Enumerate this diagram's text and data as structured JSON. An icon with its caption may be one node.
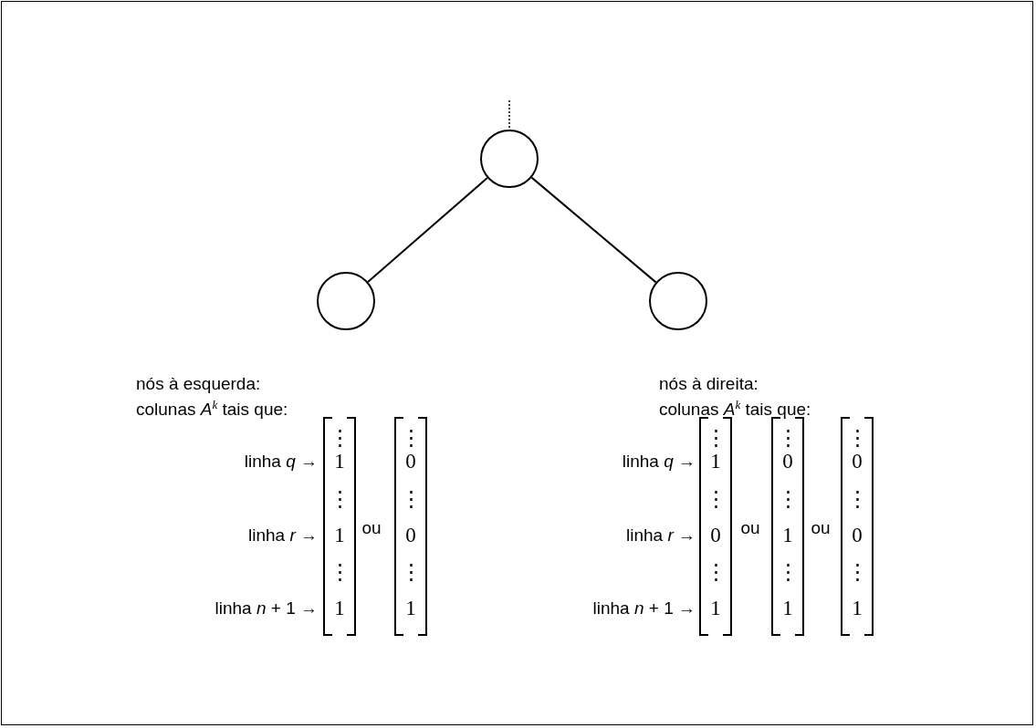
{
  "diagram": {
    "nodes": [
      {
        "text": [],
        "shape": "circle"
      },
      {
        "text": [],
        "shape": "circle"
      },
      {
        "text": [],
        "shape": "circle"
      }
    ],
    "edges": [
      {
        "from": null,
        "to": 0,
        "arrow": "none",
        "style": "dashed"
      },
      {
        "from": 0,
        "to": 1,
        "arrow": "none"
      },
      {
        "from": 0,
        "to": 2,
        "arrow": "none"
      }
    ],
    "labels": [
      "nós à esquerda:",
      "colunas *A*$^{k}$ tais que:",
      "linha *q* →",
      "linha *r* →",
      "linha *n* + 1 →",
      "⋮",
      "1",
      "⋮",
      "1",
      "⋮",
      "1",
      "ou",
      "⋮",
      "0",
      "⋮",
      "0",
      "⋮",
      "1",
      "nós à direita:",
      "colunas *A*$^{k}$ tais que:",
      "linha *q* →",
      "linha *r* →",
      "linha *n* + 1 →",
      "⋮",
      "1",
      "⋮",
      "0",
      "⋮",
      "1",
      "ou",
      "⋮",
      "0",
      "⋮",
      "1",
      "⋮",
      "1",
      "ou",
      "⋮",
      "0",
      "⋮",
      "0",
      "⋮",
      "1"
    ]
  }
}
